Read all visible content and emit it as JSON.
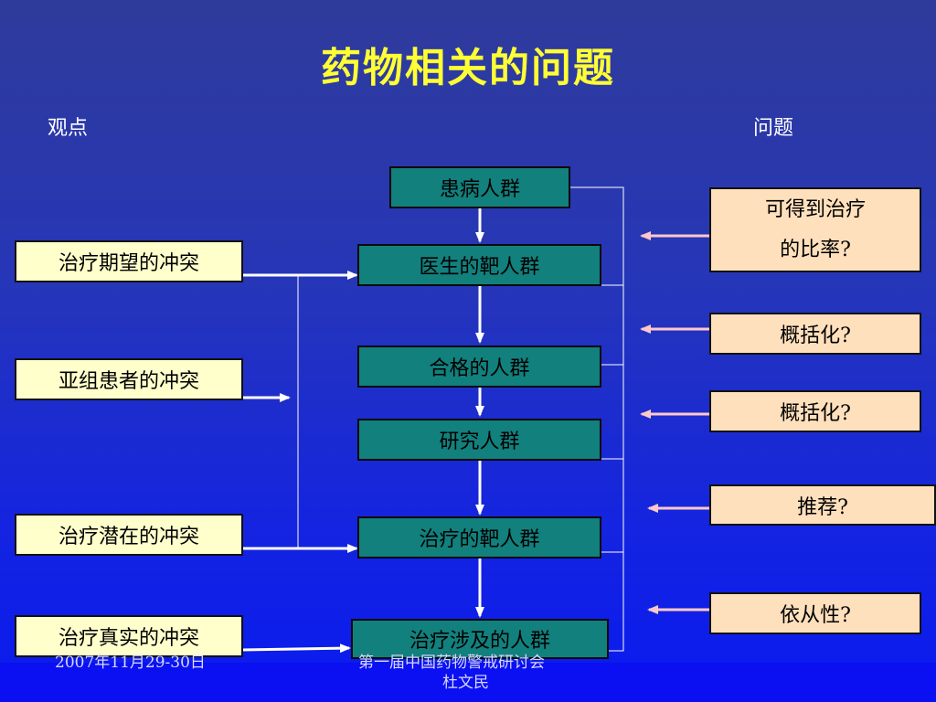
{
  "title": "药物相关的问题",
  "headers": {
    "left": "观点",
    "right": "问题"
  },
  "conflicts": [
    "治疗期望的冲突",
    "亚组患者的冲突",
    "治疗潜在的冲突",
    "治疗真实的冲突"
  ],
  "populations": [
    "患病人群",
    "医生的靶人群",
    "合格的人群",
    "研究人群",
    "治疗的靶人群",
    "治疗涉及的人群"
  ],
  "questions": [
    {
      "line1": "可得到治疗",
      "line2": "的比率?"
    },
    {
      "line1": "概括化?"
    },
    {
      "line1": "概括化?"
    },
    {
      "line1": "推荐?"
    },
    {
      "line1": "依从性?"
    }
  ],
  "footer": {
    "date": "2007年11月29-30日",
    "conference": "第一届中国药物警戒研讨会",
    "author": "杜文民"
  },
  "colors": {
    "title": "#ffff33",
    "teal_box": "#12807d",
    "yellow_box": "#ffffcc",
    "peach_box": "#ffe0bc",
    "arrow_white": "#ffffff",
    "arrow_pink": "#ffc8c8"
  }
}
